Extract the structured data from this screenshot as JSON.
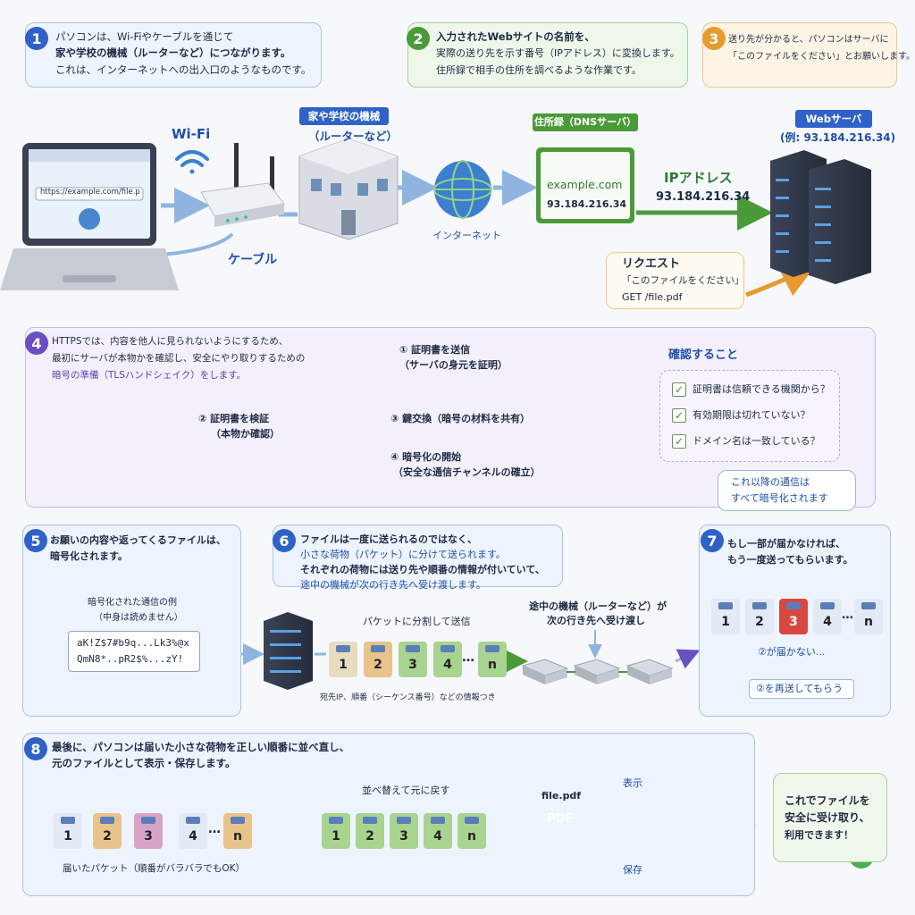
{
  "colors": {
    "blue": "#1f4fa8",
    "green": "#4b9a3a",
    "orange": "#e79a2e",
    "purple": "#6a4fc0"
  },
  "step1": {
    "num": "1",
    "line1": "パソコンは、Wi-Fiやケーブルを通じて",
    "line2": "家や学校の機械（ルーターなど）につながります。",
    "line3": "これは、インターネットへの出入口のようなものです。"
  },
  "step2": {
    "num": "2",
    "line1": "入力されたWebサイトの名前を、",
    "line2": "実際の送り先を示す番号（IPアドレス）に変換します。",
    "line3": "住所録で相手の住所を調べるような作業です。"
  },
  "step3": {
    "num": "3",
    "line1": "送り先が分かると、パソコンはサーバに",
    "line2": "「このファイルをください」とお願いします。"
  },
  "row1": {
    "url": "https://example.com/file.pdf",
    "wifi": "Wi-Fi",
    "cable": "ケーブル",
    "router_label_1": "家や学校の機械",
    "router_label_2": "（ルーターなど）",
    "internet": "インターネット",
    "dns_label": "住所録（DNSサーバ）",
    "dns_host": "example.com",
    "dns_ip": "93.184.216.34",
    "ip_title": "IPアドレス",
    "ip_value": "93.184.216.34",
    "web_label": "Webサーバ",
    "web_ip": "(例: 93.184.216.34)",
    "req_title": "リクエスト",
    "req_line1": "「このファイルをください」",
    "req_line2": "GET /file.pdf"
  },
  "step4": {
    "num": "4",
    "line1": "HTTPSでは、内容を他人に見られないようにするため、",
    "line2": "最初にサーバが本物かを確認し、安全にやり取りするための",
    "line3": "暗号の準備（TLSハンドシェイク）をします。",
    "s1a": "① 証明書を送信",
    "s1b": "（サーバの身元を証明）",
    "s2a": "② 証明書を検証",
    "s2b": "（本物か確認）",
    "s3": "③ 鍵交換（暗号の材料を共有）",
    "s4a": "④ 暗号化の開始",
    "s4b": "（安全な通信チャンネルの確立）",
    "check_title": "確認すること",
    "checks": [
      "証明書は信頼できる機関から？",
      "有効期限は切れていない？",
      "ドメイン名は一致している？"
    ],
    "note1": "これ以降の通信は",
    "note2": "すべて暗号化されます"
  },
  "step5": {
    "num": "5",
    "line1": "お願いの内容や返ってくるファイルは、",
    "line2": "暗号化されます。",
    "ex1": "暗号化された通信の例",
    "ex2": "（中身は読めません）",
    "cipher1": "aK!Z$7#b9q...Lk3%@x",
    "cipher2": "QmN8*..pR2$%...zY!"
  },
  "step6": {
    "num": "6",
    "line1": "ファイルは一度に送られるのではなく、",
    "line2": "小さな荷物（パケット）に分けて送られます。",
    "line3": "それぞれの荷物には送り先や順番の情報が付いていて、",
    "line4": "途中の機械が次の行き先へ受け渡します。",
    "split": "パケットに分割して送信",
    "meta": "宛先IP、順番（シーケンス番号）などの情報つき",
    "relay1": "途中の機械（ルーターなど）が",
    "relay2": "次の行き先へ受け渡し",
    "packets": [
      "1",
      "2",
      "3",
      "4",
      "n"
    ],
    "ellipsis": "…"
  },
  "step7": {
    "num": "7",
    "line1": "もし一部が届かなければ、",
    "line2": "もう一度送ってもらいます。",
    "lost": "②が届かない...",
    "resend": "②を再送してもらう",
    "packets": [
      "1",
      "2",
      "3",
      "4",
      "n"
    ]
  },
  "step8": {
    "num": "8",
    "line1": "最後に、パソコンは届いた小さな荷物を正しい順番に並べ直し、",
    "line2": "元のファイルとして表示・保存します。",
    "received": "届いたパケット（順番がバラバラでもOK）",
    "reorder": "並べ替えて元に戻す",
    "file": "file.pdf",
    "pdf": "PDF",
    "show": "表示",
    "save": "保存",
    "done1": "これでファイルを",
    "done2": "安全に受け取り、",
    "done3": "利用できます！",
    "packets": [
      "1",
      "2",
      "3",
      "4",
      "n"
    ]
  }
}
